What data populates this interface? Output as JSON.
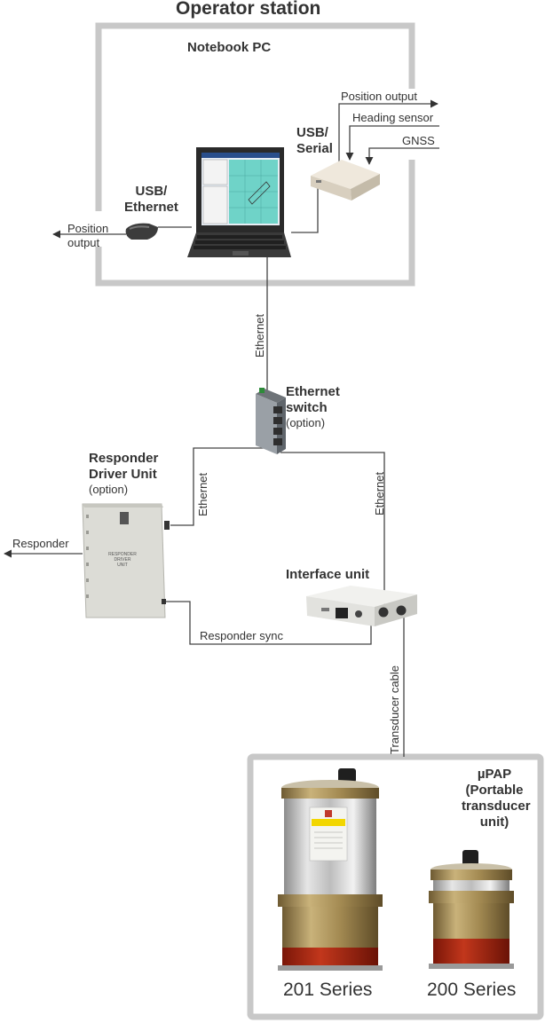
{
  "title": "Operator station",
  "notebook_label": "Notebook PC",
  "usb_serial": [
    "USB/",
    "Serial"
  ],
  "usb_ethernet": [
    "USB/",
    "Ethernet"
  ],
  "position_output_right": "Position output",
  "heading_sensor": "Heading sensor",
  "gnss": "GNSS",
  "position_output_left": [
    "Position",
    "output"
  ],
  "ethernet_label": "Ethernet",
  "ethernet_switch": [
    "Ethernet",
    "switch"
  ],
  "option": "(option)",
  "rdu_label": [
    "Responder",
    "Driver Unit"
  ],
  "rdu_front": [
    "RESPONDER",
    "DRIVER",
    "UNIT"
  ],
  "responder": "Responder",
  "interface_unit": "Interface unit",
  "responder_sync": "Responder sync",
  "transducer_cable": "Transducer cable",
  "upap": [
    "µPAP",
    "(Portable",
    "transducer",
    "unit)"
  ],
  "series_201": "201 Series",
  "series_200": "200 Series"
}
